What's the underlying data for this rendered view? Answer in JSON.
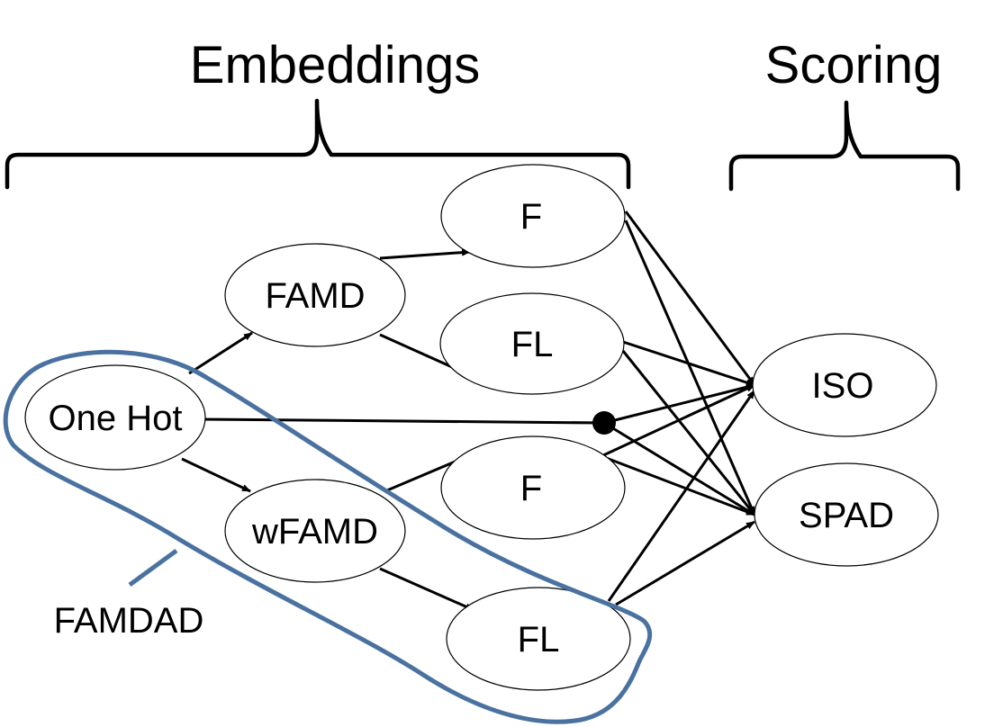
{
  "headings": {
    "embeddings": "Embeddings",
    "scoring": "Scoring"
  },
  "nodes": {
    "one_hot": "One Hot",
    "famd": "FAMD",
    "wfamd": "wFAMD",
    "famd_f": "F",
    "famd_fl": "FL",
    "wfamd_f": "F",
    "wfamd_fl": "FL",
    "iso": "ISO",
    "spad": "SPAD"
  },
  "group": {
    "label": "FAMDAD",
    "color": "#4a72a0"
  }
}
